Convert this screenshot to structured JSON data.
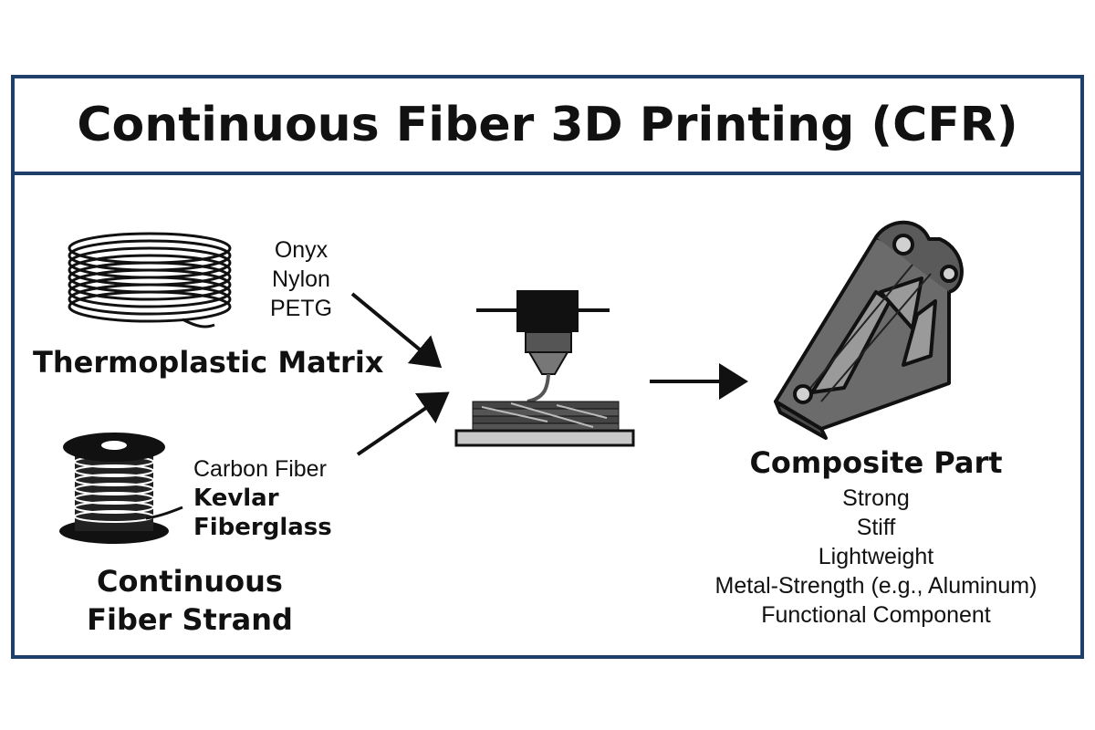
{
  "title": "Continuous Fiber 3D Printing (CFR)",
  "matrix": {
    "label": "Thermoplastic Matrix",
    "materials": [
      "Onyx",
      "Nylon",
      "PETG"
    ]
  },
  "fiber": {
    "label_line1": "Continuous",
    "label_line2": "Fiber Strand",
    "materials": [
      "Carbon Fiber",
      "Kevlar",
      "Fiberglass"
    ]
  },
  "output": {
    "label": "Composite Part",
    "properties": [
      "Strong",
      "Stiff",
      "Lightweight",
      "Metal-Strength (e.g., Aluminum)",
      "Functional Component"
    ]
  },
  "colors": {
    "frame": "#1f3f6b",
    "ink": "#111111",
    "part_fill": "#6b6b6b",
    "bed_fill": "#c8c8c8"
  }
}
